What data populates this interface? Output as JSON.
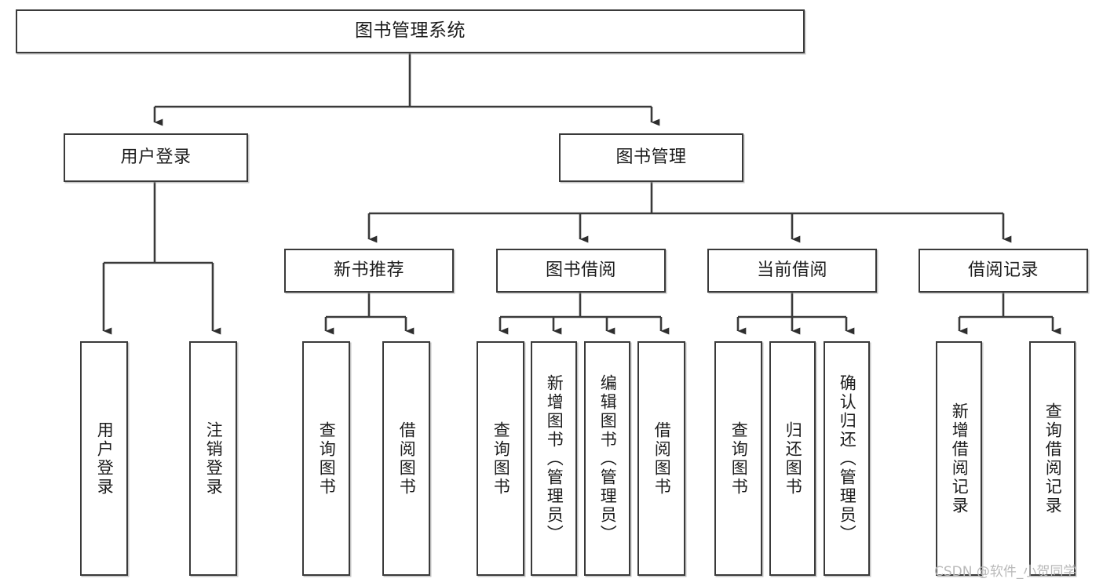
{
  "diagram": {
    "title": "图书管理系统",
    "type": "functional-structure-tree",
    "watermark": "CSDN @软件_小贺同学",
    "colors": {
      "background": "#ffffff",
      "box_border": "#3a3a3a",
      "box_fill": "#ffffff",
      "connector": "#3a3a3a",
      "text": "#1c1c1c",
      "watermark": "#b9b9b9"
    },
    "levels": {
      "root": {
        "label": "图书管理系统"
      },
      "level2": [
        {
          "id": "user-login",
          "label": "用户登录"
        },
        {
          "id": "book-manage",
          "label": "图书管理"
        }
      ],
      "level3": [
        {
          "id": "new-book-recommend",
          "label": "新书推荐"
        },
        {
          "id": "book-borrow",
          "label": "图书借阅"
        },
        {
          "id": "current-borrow",
          "label": "当前借阅"
        },
        {
          "id": "borrow-record",
          "label": "借阅记录"
        }
      ],
      "leaves": {
        "user_login": [
          {
            "id": "leaf-user-login",
            "label": "用户登录"
          },
          {
            "id": "leaf-logout",
            "label": "注销登录"
          }
        ],
        "new_book_recommend": [
          {
            "id": "leaf-query-book-1",
            "label": "查询图书"
          },
          {
            "id": "leaf-borrow-book-1",
            "label": "借阅图书"
          }
        ],
        "book_borrow": [
          {
            "id": "leaf-query-book-2",
            "label": "查询图书"
          },
          {
            "id": "leaf-add-book",
            "label": "新增图书（管理员）"
          },
          {
            "id": "leaf-edit-book",
            "label": "编辑图书（管理员）"
          },
          {
            "id": "leaf-borrow-book-2",
            "label": "借阅图书"
          }
        ],
        "current_borrow": [
          {
            "id": "leaf-query-book-3",
            "label": "查询图书"
          },
          {
            "id": "leaf-return-book",
            "label": "归还图书"
          },
          {
            "id": "leaf-confirm-return",
            "label": "确认归还（管理员）"
          }
        ],
        "borrow_record": [
          {
            "id": "leaf-add-record",
            "label": "新增借阅记录"
          },
          {
            "id": "leaf-query-record",
            "label": "查询借阅记录"
          }
        ]
      }
    }
  }
}
